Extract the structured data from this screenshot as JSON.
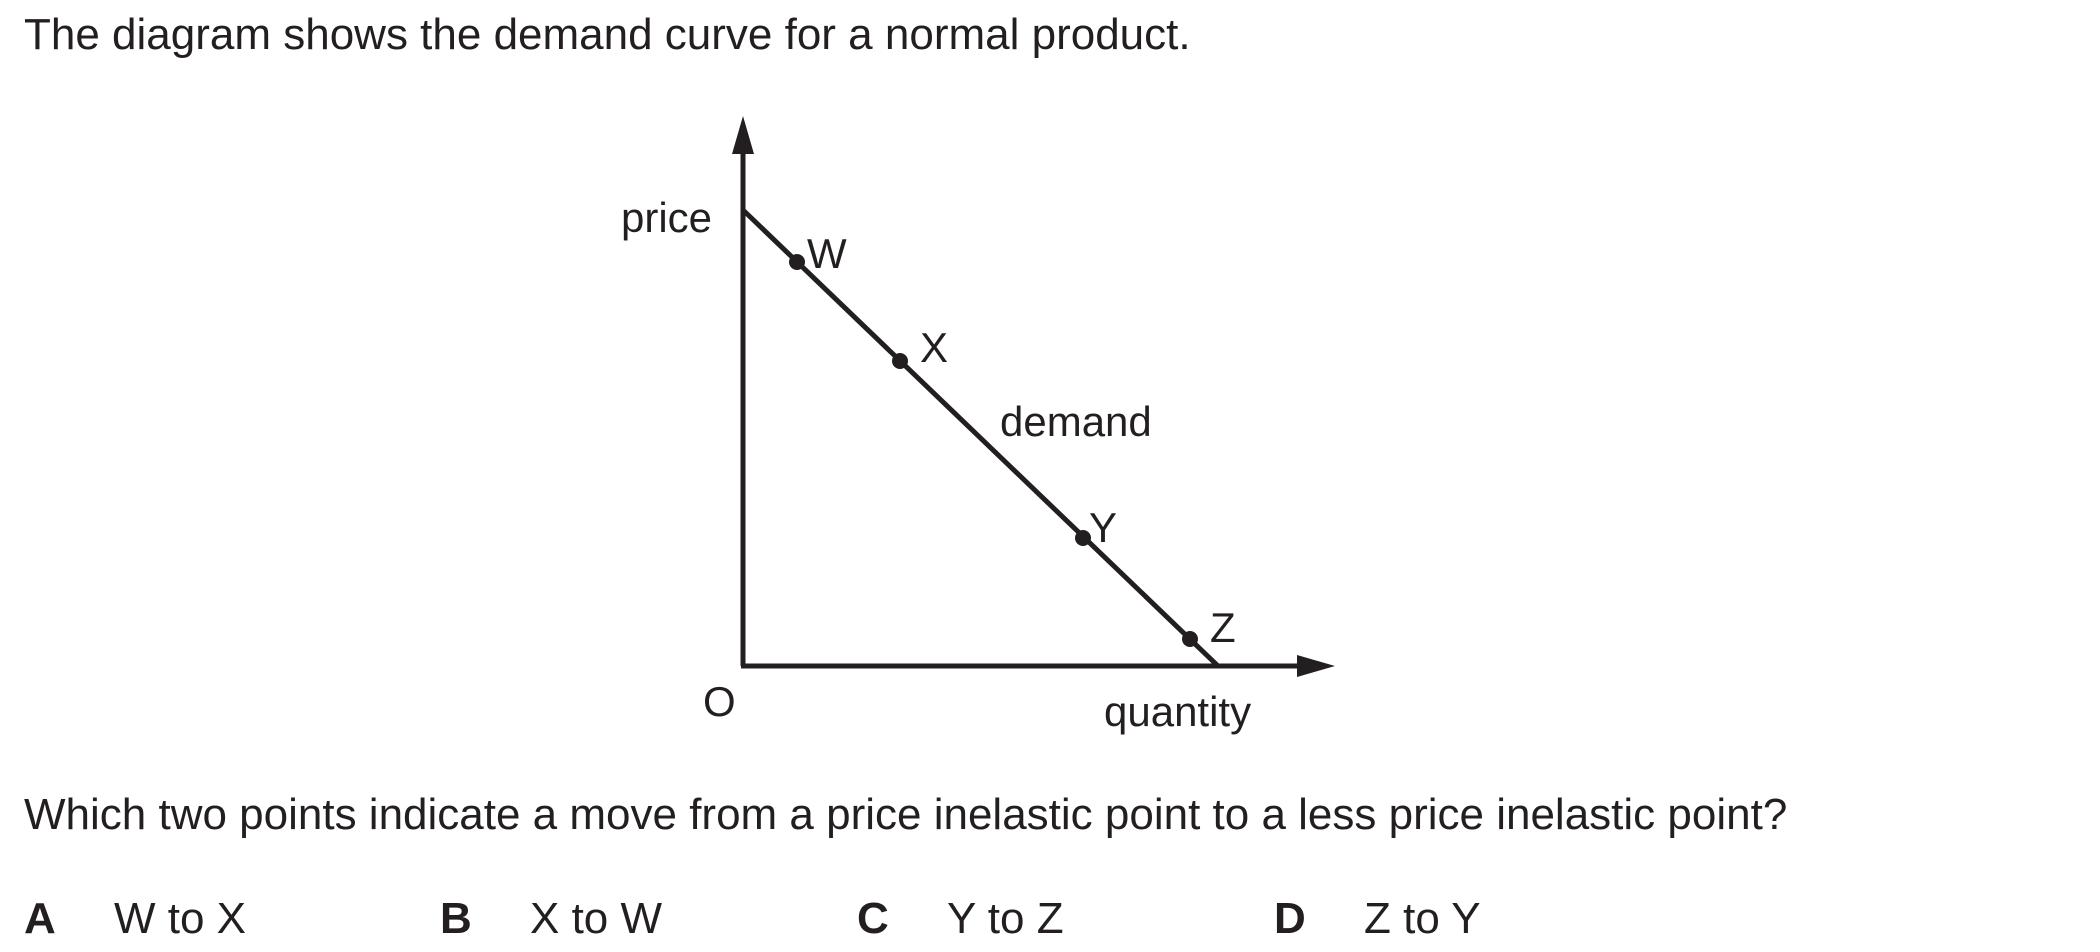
{
  "intro_text": "The diagram shows the demand curve for a normal product.",
  "diagram": {
    "y_axis_label": "price",
    "x_axis_label": "quantity",
    "origin_label": "O",
    "curve_label": "demand",
    "points": [
      {
        "label": "W"
      },
      {
        "label": "X"
      },
      {
        "label": "Y"
      },
      {
        "label": "Z"
      }
    ]
  },
  "question_text": "Which two points indicate a move from a price inelastic point to a less price inelastic point?",
  "options": [
    {
      "letter": "A",
      "text": "W to X"
    },
    {
      "letter": "B",
      "text": "X to W"
    },
    {
      "letter": "C",
      "text": "Y to Z"
    },
    {
      "letter": "D",
      "text": "Z to Y"
    }
  ]
}
